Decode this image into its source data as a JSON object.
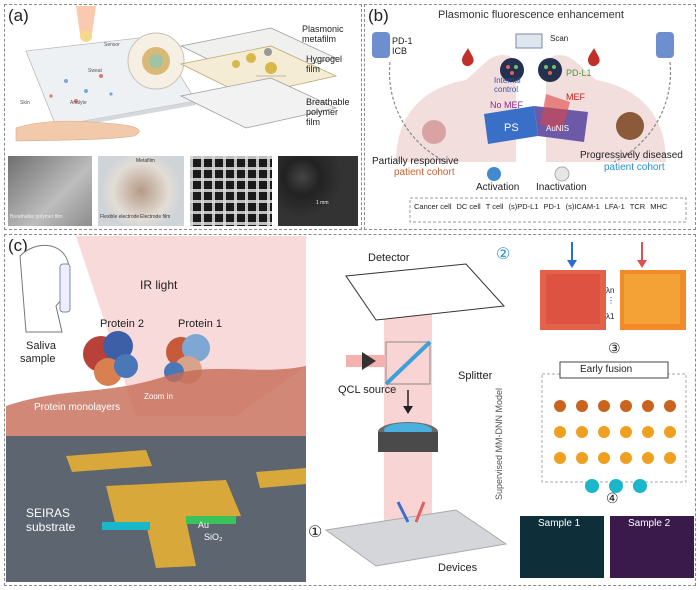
{
  "panel_a": {
    "label": "(a)",
    "film_labels": [
      "Plasmonic",
      "metafilm",
      "Hygrogel",
      "film",
      "Breathable",
      "polymer",
      "film"
    ],
    "small_labels": {
      "sensor": "Sensor",
      "skin": "Skin",
      "sweat": "Sweat",
      "analyte": "Analyte"
    },
    "photo_captions": [
      "Breathable polymer film",
      "Flexible electrode",
      "Metafilm",
      "Electrode film",
      "1 mm"
    ]
  },
  "panel_b": {
    "label": "(b)",
    "title": "Plasmonic fluorescence enhancement",
    "pd1_icb": [
      "PD-1",
      "ICB"
    ],
    "scan": "Scan",
    "internal_control": [
      "Internal",
      "control"
    ],
    "pdl1": "PD-L1",
    "no_mef": "No MEF",
    "mef": "MEF",
    "ps": "PS",
    "aunis": "AuNIS",
    "partial": [
      "Partially responsive",
      "patient cohort"
    ],
    "progress": [
      "Progressively diseased",
      "patient cohort"
    ],
    "activation": "Activation",
    "inactivation": "Inactivation",
    "legend": [
      "Cancer cell",
      "DC cell",
      "T cell",
      "(s)PD-L1",
      "PD-1",
      "(s)ICAM-1",
      "LFA-1",
      "TCR",
      "MHC"
    ]
  },
  "panel_c": {
    "label": "(c)",
    "ir_light": "IR light",
    "protein2": "Protein 2",
    "protein1": "Protein 1",
    "saliva": [
      "Saliva",
      "sample"
    ],
    "zoom": "Zoom in",
    "monolayers": "Protein monolayers",
    "seiras": [
      "SEIRAS",
      "substrate"
    ],
    "au": "Au",
    "sio2": "SiO₂",
    "detector": "Detector",
    "qcl": "QCL source",
    "splitter": "Splitter",
    "devices": "Devices",
    "step1": "①",
    "step2": "②",
    "step3": "③",
    "step4": "④",
    "lambda_n": "λn",
    "lambda_dots": "⋮",
    "lambda_1": "λ1",
    "early_fusion": "Early fusion",
    "model": "Supervised MM-DNN Model",
    "sample1": "Sample 1",
    "sample2": "Sample 2"
  },
  "colors": {
    "dashed_border": "#8a8a8a",
    "gold": "#d8a93a",
    "pink": "#f4c6cc",
    "navy": "#26335f",
    "cyan": "#1ab6c9",
    "orange_node": "#f0a020",
    "brown_node": "#c8641e"
  }
}
